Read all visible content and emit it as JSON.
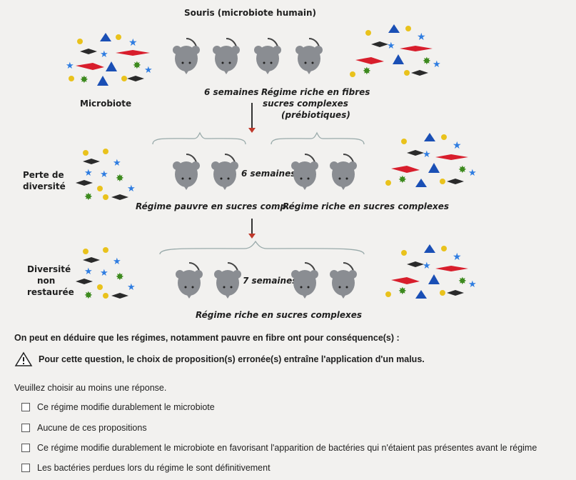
{
  "figure": {
    "title": "Souris (microbiote humain)",
    "microbiote_label": "Microbiote",
    "duration_1": "6 semaines",
    "diet_1_line1": "Régime riche en fibres",
    "diet_1_line2": "sucres complexes",
    "diet_1_line3": "(prébiotiques)",
    "loss_label_line1": "Perte de",
    "loss_label_line2": "diversité",
    "duration_2": "6 semaines",
    "diet_poor": "Régime pauvre en sucres comp.",
    "diet_rich_2": "Régime riche en sucres complexes",
    "not_restored_line1": "Diversité",
    "not_restored_line2": "non",
    "not_restored_line3": "restaurée",
    "duration_3": "7 semaines",
    "diet_rich_3": "Régime riche en sucres complexes"
  },
  "question": {
    "prompt": "On peut en déduire que les régimes, notamment pauvre en fibre ont pour conséquence(s) :",
    "warning": "Pour cette question, le choix de proposition(s) erronée(s) entraîne l'application d'un malus.",
    "instruction": "Veuillez choisir au moins une réponse.",
    "options": [
      "Ce régime modifie durablement le microbiote",
      "Aucune de ces propositions",
      "Ce régime modifie durablement le microbiote en favorisant l'apparition de bactéries qui n'étaient pas présentes avant le régime",
      "Les bactéries perdues lors du régime le sont définitivement"
    ]
  },
  "colors": {
    "mouse": "#8a8d92",
    "star": "#2f7de1",
    "triangle": "#1a4fb5",
    "dot": "#e9c21c",
    "red": "#d81e2c",
    "green": "#3d8a1e",
    "diamond": "#2a2a2a"
  }
}
